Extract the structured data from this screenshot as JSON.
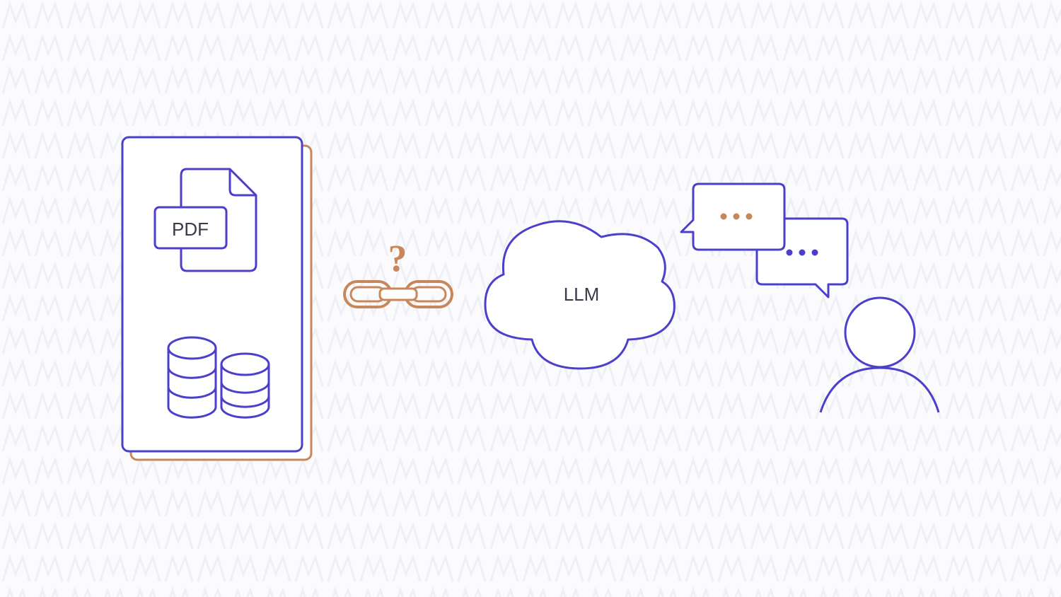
{
  "labels": {
    "pdf": "PDF",
    "llm": "LLM",
    "question_mark": "?"
  },
  "icons": {
    "document_panel": "document-stack-panel",
    "pdf": "pdf-file-icon",
    "database": "database-icon",
    "link": "chain-link-icon",
    "cloud": "cloud-icon",
    "chat": "chat-bubbles-icon",
    "user": "user-icon"
  },
  "colors": {
    "primary": "#4b3fcb",
    "accent": "#c8875a",
    "text": "#3a3a4a",
    "background": "#fbfbfd",
    "pattern": "#efeff6"
  }
}
